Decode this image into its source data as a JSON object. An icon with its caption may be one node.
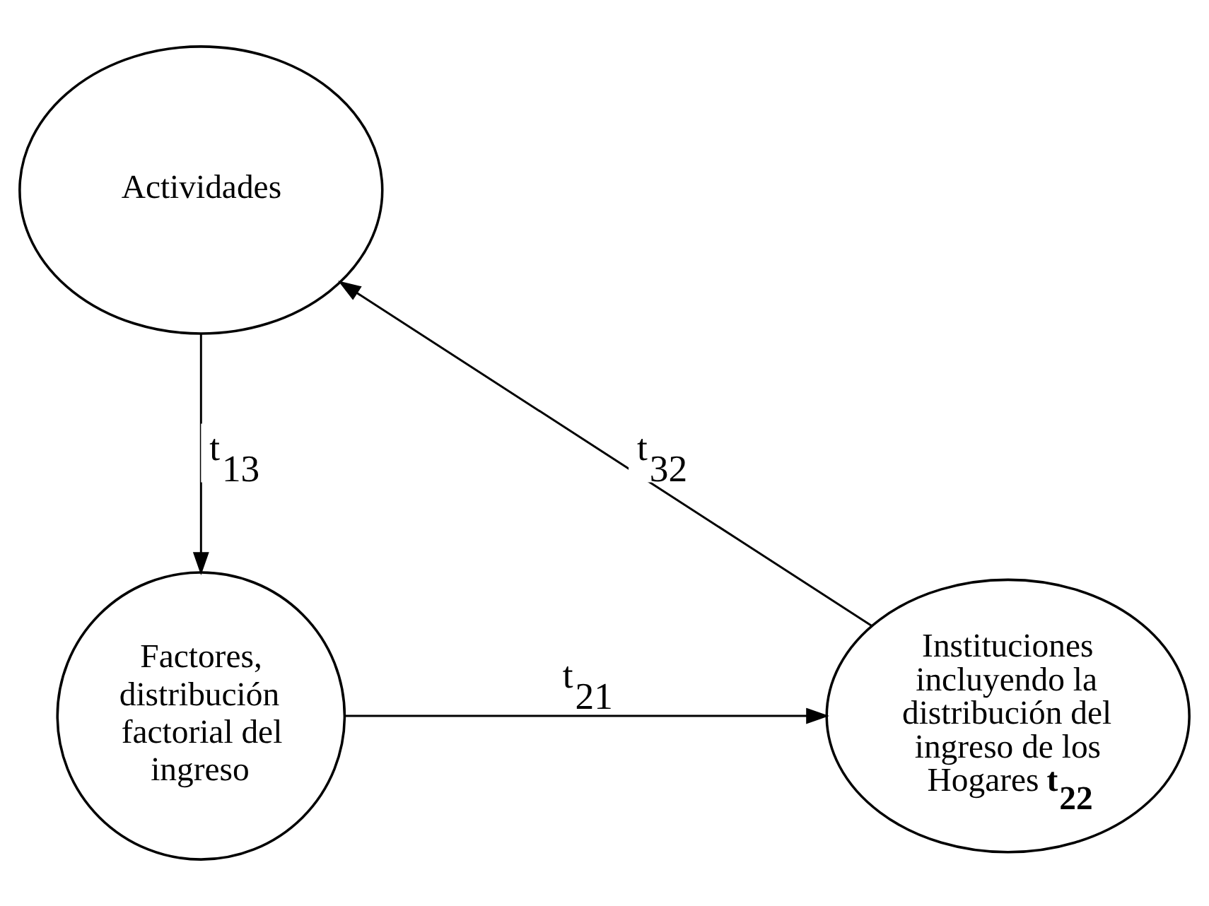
{
  "diagram": {
    "nodes": [
      {
        "text": [
          "Actividades"
        ]
      },
      {
        "text": [
          "Factores, distribución factorial del ingreso"
        ]
      },
      {
        "text": [
          "Instituciones incluyendo la distribución del ingreso de los Hogares **t$_{22}$**"
        ]
      }
    ],
    "edges": [
      {
        "from": 0,
        "to": 1,
        "arrow": "to",
        "label": "t$_{13}$"
      },
      {
        "from": 1,
        "to": 2,
        "arrow": "to",
        "label": "t$_{21}$"
      },
      {
        "from": 2,
        "to": 0,
        "arrow": "to",
        "label": "t$_{32}$"
      }
    ]
  }
}
